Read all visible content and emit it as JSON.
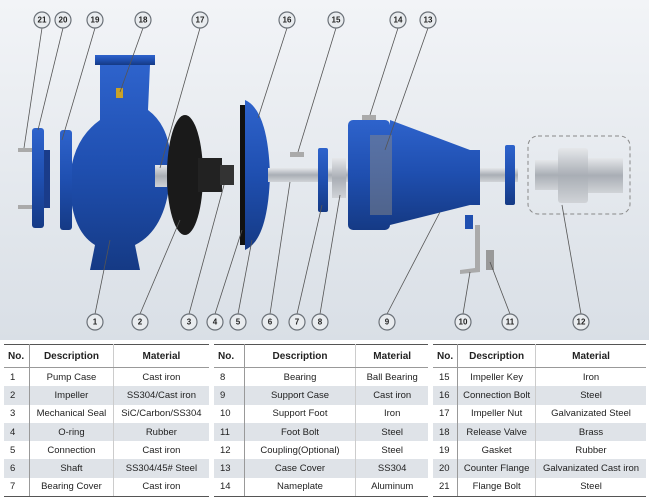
{
  "colors": {
    "body": "#1f4fb0",
    "impeller": "#1a1a1a",
    "steel": "#b8bcc2",
    "background": "#e4e9ef"
  },
  "callouts": [
    "1",
    "2",
    "3",
    "4",
    "5",
    "6",
    "7",
    "8",
    "9",
    "10",
    "11",
    "12",
    "13",
    "14",
    "15",
    "16",
    "17",
    "18",
    "19",
    "20",
    "21"
  ],
  "tables": [
    {
      "headers": [
        "No.",
        "Description",
        "Material"
      ],
      "rows": [
        [
          "1",
          "Pump Case",
          "Cast iron"
        ],
        [
          "2",
          "Impeller",
          "SS304/Cast iron"
        ],
        [
          "3",
          "Mechanical Seal",
          "SiC/Carbon/SS304"
        ],
        [
          "4",
          "O-ring",
          "Rubber"
        ],
        [
          "5",
          "Connection",
          "Cast iron"
        ],
        [
          "6",
          "Shaft",
          "SS304/45# Steel"
        ],
        [
          "7",
          "Bearing Cover",
          "Cast iron"
        ]
      ]
    },
    {
      "headers": [
        "No.",
        "Description",
        "Material"
      ],
      "rows": [
        [
          "8",
          "Bearing",
          "Ball Bearing"
        ],
        [
          "9",
          "Support Case",
          "Cast iron"
        ],
        [
          "10",
          "Support Foot",
          "Iron"
        ],
        [
          "11",
          "Foot Bolt",
          "Steel"
        ],
        [
          "12",
          "Coupling(Optional)",
          "Steel"
        ],
        [
          "13",
          "Case Cover",
          "SS304"
        ],
        [
          "14",
          "Nameplate",
          "Aluminum"
        ]
      ]
    },
    {
      "headers": [
        "No.",
        "Description",
        "Material"
      ],
      "rows": [
        [
          "15",
          "Impeller Key",
          "Iron"
        ],
        [
          "16",
          "Connection Bolt",
          "Steel"
        ],
        [
          "17",
          "Impeller Nut",
          "Galvanizated Steel"
        ],
        [
          "18",
          "Release Valve",
          "Brass"
        ],
        [
          "19",
          "Gasket",
          "Rubber"
        ],
        [
          "20",
          "Counter Flange",
          "Galvanizated Cast iron"
        ],
        [
          "21",
          "Flange Bolt",
          "Steel"
        ]
      ]
    }
  ]
}
